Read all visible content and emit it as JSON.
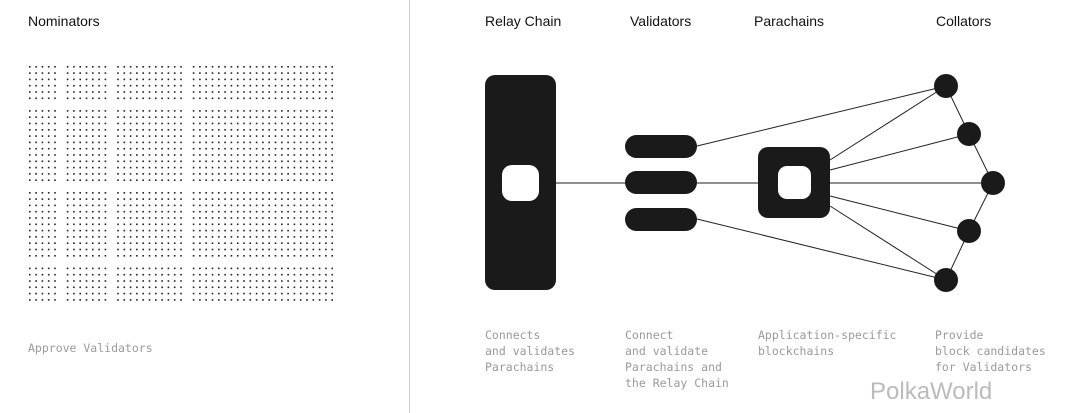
{
  "nominators": {
    "title": "Nominators",
    "description": "Approve Validators"
  },
  "columns": [
    {
      "title": "Relay Chain",
      "description": "Connects\nand validates\nParachains"
    },
    {
      "title": "Validators",
      "description": "Connect\nand validate\nParachains and\nthe Relay Chain"
    },
    {
      "title": "Parachains",
      "description": "Application-specific\nblockchains"
    },
    {
      "title": "Collators",
      "description": "Provide\nblock candidates\nfor Validators"
    }
  ],
  "watermark": "PolkaWorld",
  "colors": {
    "ink": "#1a1a1a",
    "muted": "#9a9a9a"
  }
}
